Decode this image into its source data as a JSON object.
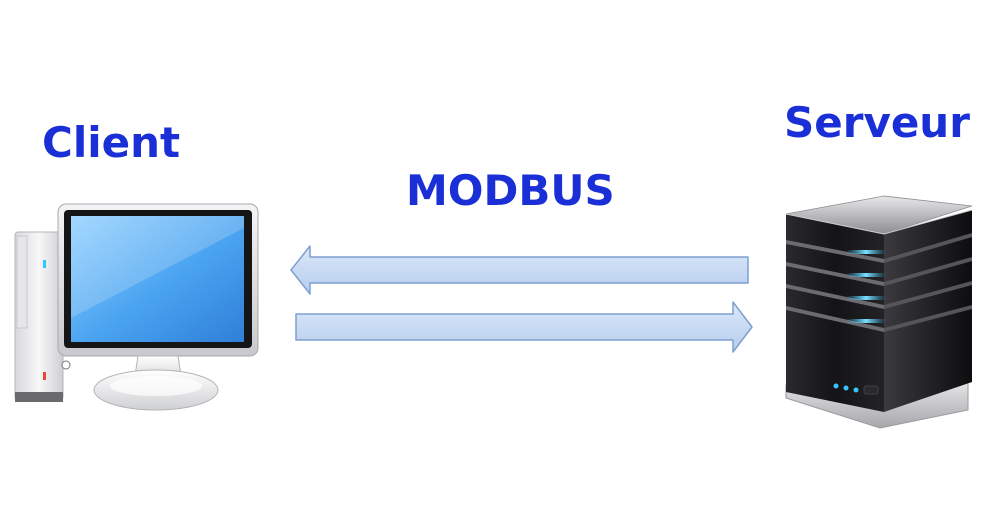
{
  "labels": {
    "client": "Client",
    "server": "Serveur",
    "protocol": "MODBUS"
  },
  "colors": {
    "label_text": "#1a2fd6",
    "arrow_fill": "#c6d9f2",
    "arrow_stroke": "#7f9fd0",
    "screen": "#4aa3f0",
    "server_body": "#1c1c1f",
    "server_led": "#36c4ff"
  },
  "icons": {
    "client": "desktop-computer-icon",
    "server": "server-tower-icon"
  },
  "arrows": [
    {
      "direction": "server-to-client"
    },
    {
      "direction": "client-to-server"
    }
  ]
}
